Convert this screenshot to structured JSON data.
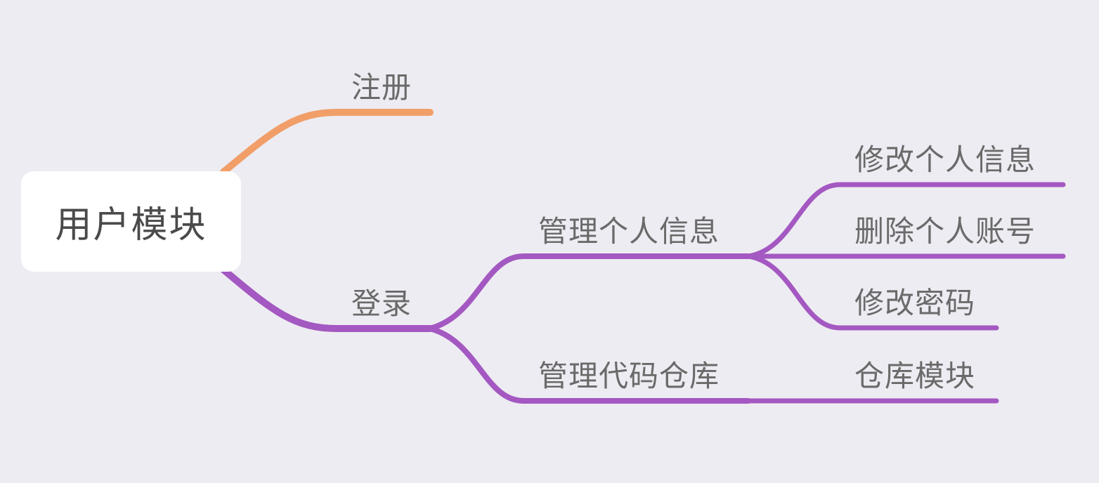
{
  "mindmap": {
    "root": {
      "label": "用户模块"
    },
    "branches": {
      "register": {
        "label": "注册",
        "color": "#f19e69"
      },
      "login": {
        "label": "登录",
        "color": "#a458c1",
        "children": {
          "manage_info": {
            "label": "管理个人信息",
            "children": {
              "edit_info": {
                "label": "修改个人信息"
              },
              "delete_account": {
                "label": "删除个人账号"
              },
              "change_password": {
                "label": "修改密码"
              }
            }
          },
          "manage_repo": {
            "label": "管理代码仓库",
            "children": {
              "repo_module": {
                "label": "仓库模块"
              }
            }
          }
        }
      }
    }
  }
}
